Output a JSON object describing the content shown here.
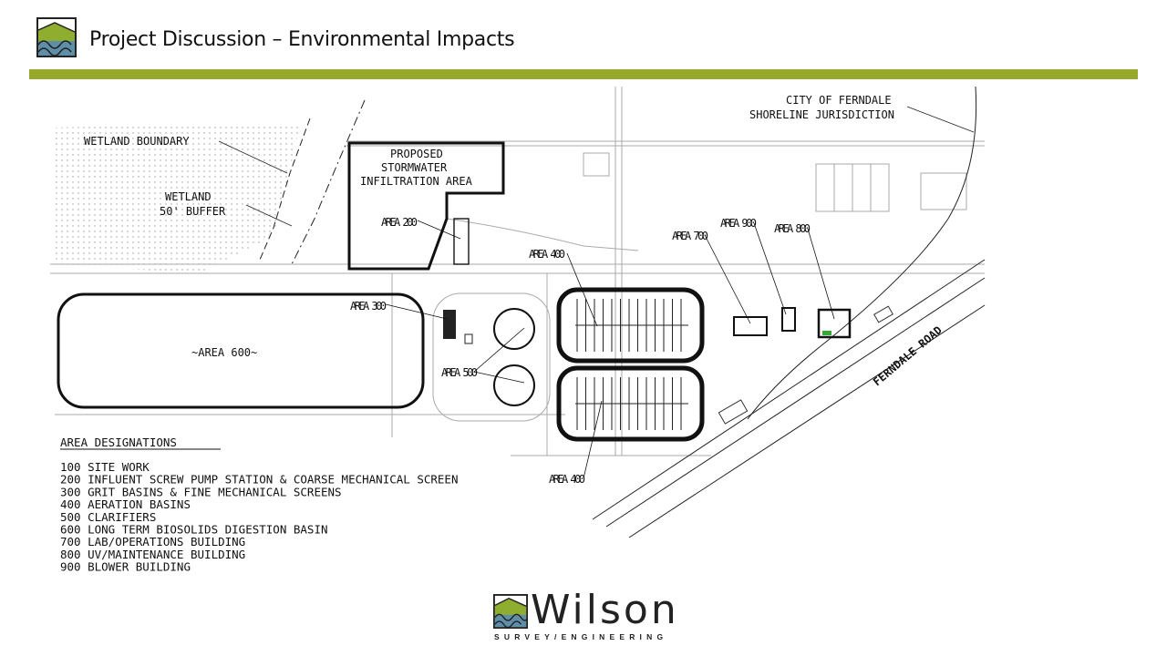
{
  "slide": {
    "title": "Project Discussion – Environmental Impacts",
    "accent_color": "#97a92b"
  },
  "plan": {
    "labels": {
      "wetland_boundary": "WETLAND BOUNDARY",
      "wetland_buffer_1": "WETLAND",
      "wetland_buffer_2": "50' BUFFER",
      "stormwater_1": "PROPOSED",
      "stormwater_2": "STORMWATER",
      "stormwater_3": "INFILTRATION AREA",
      "shoreline_1": "CITY OF FERNDALE",
      "shoreline_2": "SHORELINE JURISDICTION",
      "area200": "AREA 200",
      "area300": "AREA 300",
      "area400_top": "AREA 400",
      "area400_bottom": "AREA 400",
      "area500": "AREA 500",
      "area600": "~AREA 600~",
      "area700": "AREA 700",
      "area800": "AREA 800",
      "area900": "AREA 900",
      "ferndale_road": "FERNDALE ROAD"
    },
    "legend": {
      "title": "AREA DESIGNATIONS",
      "items": [
        {
          "code": "100",
          "desc": "SITE WORK"
        },
        {
          "code": "200",
          "desc": "INFLUENT SCREW PUMP STATION & COARSE MECHANICAL SCREEN"
        },
        {
          "code": "300",
          "desc": "GRIT BASINS & FINE MECHANICAL SCREENS"
        },
        {
          "code": "400",
          "desc": "AERATION BASINS"
        },
        {
          "code": "500",
          "desc": "CLARIFIERS"
        },
        {
          "code": "600",
          "desc": "LONG TERM BIOSOLIDS DIGESTION BASIN"
        },
        {
          "code": "700",
          "desc": "LAB/OPERATIONS BUILDING"
        },
        {
          "code": "800",
          "desc": "UV/MAINTENANCE BUILDING"
        },
        {
          "code": "900",
          "desc": "BLOWER BUILDING"
        }
      ]
    }
  },
  "brand": {
    "name": "Wilson",
    "tagline": "SURVEY/ENGINEERING"
  }
}
